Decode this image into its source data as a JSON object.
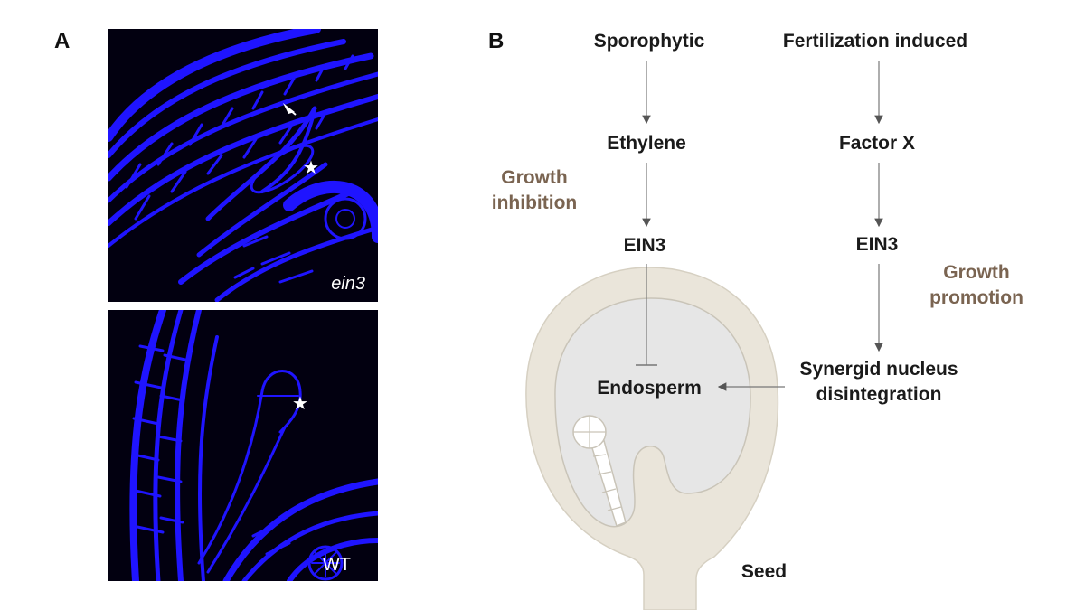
{
  "panels": {
    "a_label": "A",
    "b_label": "B"
  },
  "micrographs": {
    "top_caption": "ein3",
    "bottom_caption": "WT",
    "stain_color": "#1f14ff",
    "background_color": "#020010"
  },
  "diagram": {
    "sporophytic": "Sporophytic",
    "fertilization": "Fertilization induced",
    "ethylene": "Ethylene",
    "factor_x": "Factor X",
    "ein3_left": "EIN3",
    "ein3_right": "EIN3",
    "growth_inhibition_line1": "Growth",
    "growth_inhibition_line2": "inhibition",
    "growth_promotion_line1": "Growth",
    "growth_promotion_line2": "promotion",
    "synergid_line1": "Synergid nucleus",
    "synergid_line2": "disintegration",
    "endosperm": "Endosperm",
    "seed": "Seed",
    "annotation_color": "#7a6451",
    "seed_coat_color": "#eae5da",
    "endosperm_color": "#e6e6e6"
  }
}
